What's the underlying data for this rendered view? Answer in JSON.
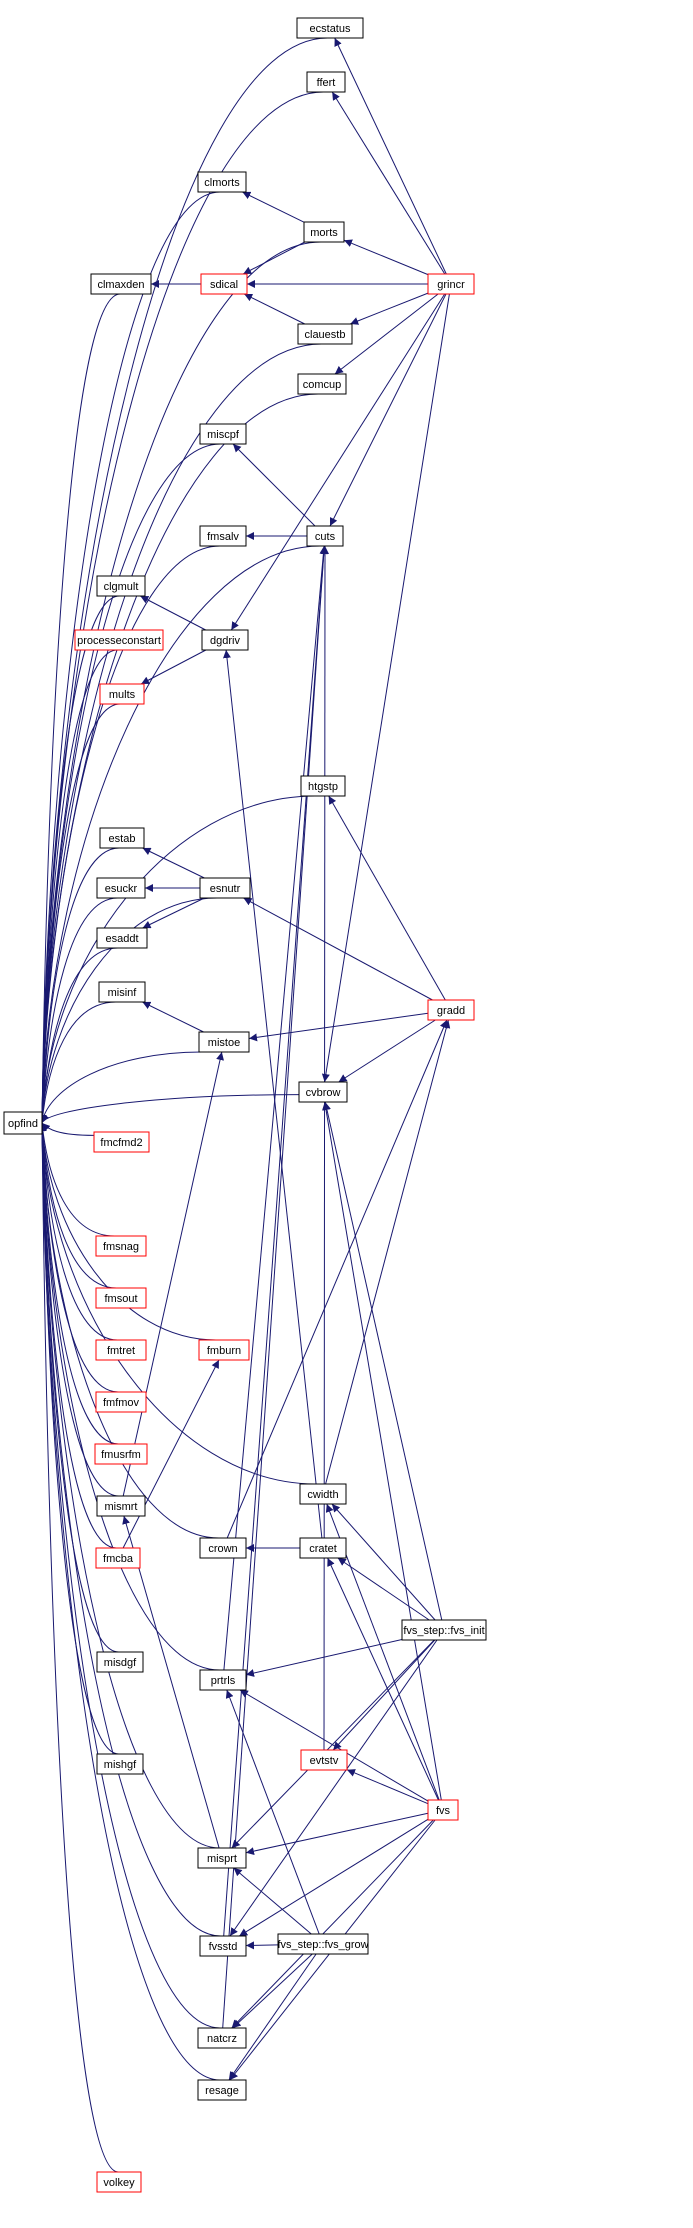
{
  "colors": {
    "edge": "#191970",
    "normal_border": "#000000",
    "truncated_border": "#ff0000",
    "root_fill": "#bfbfbf"
  },
  "nodes": [
    {
      "id": "opfind",
      "label": "opfind",
      "kind": "root"
    },
    {
      "id": "ecstatus",
      "label": "ecstatus",
      "kind": "normal"
    },
    {
      "id": "ffert",
      "label": "ffert",
      "kind": "normal"
    },
    {
      "id": "clmorts",
      "label": "clmorts",
      "kind": "normal"
    },
    {
      "id": "morts",
      "label": "morts",
      "kind": "normal"
    },
    {
      "id": "clmaxden",
      "label": "clmaxden",
      "kind": "normal"
    },
    {
      "id": "sdical",
      "label": "sdical",
      "kind": "truncated"
    },
    {
      "id": "grincr",
      "label": "grincr",
      "kind": "truncated"
    },
    {
      "id": "clauestb",
      "label": "clauestb",
      "kind": "normal"
    },
    {
      "id": "comcup",
      "label": "comcup",
      "kind": "normal"
    },
    {
      "id": "miscpf",
      "label": "miscpf",
      "kind": "normal"
    },
    {
      "id": "fmsalv",
      "label": "fmsalv",
      "kind": "normal"
    },
    {
      "id": "cuts",
      "label": "cuts",
      "kind": "normal"
    },
    {
      "id": "clgmult",
      "label": "clgmult",
      "kind": "normal"
    },
    {
      "id": "processeconstart",
      "label": "processeconstart",
      "kind": "truncated"
    },
    {
      "id": "dgdriv",
      "label": "dgdriv",
      "kind": "normal"
    },
    {
      "id": "mults",
      "label": "mults",
      "kind": "truncated"
    },
    {
      "id": "htgstp",
      "label": "htgstp",
      "kind": "normal"
    },
    {
      "id": "estab",
      "label": "estab",
      "kind": "normal"
    },
    {
      "id": "esuckr",
      "label": "esuckr",
      "kind": "normal"
    },
    {
      "id": "esnutr",
      "label": "esnutr",
      "kind": "normal"
    },
    {
      "id": "esaddt",
      "label": "esaddt",
      "kind": "normal"
    },
    {
      "id": "gradd",
      "label": "gradd",
      "kind": "truncated"
    },
    {
      "id": "misinf",
      "label": "misinf",
      "kind": "normal"
    },
    {
      "id": "mistoe",
      "label": "mistoe",
      "kind": "normal"
    },
    {
      "id": "cvbrow",
      "label": "cvbrow",
      "kind": "normal"
    },
    {
      "id": "fmcfmd2",
      "label": "fmcfmd2",
      "kind": "truncated"
    },
    {
      "id": "fmsnag",
      "label": "fmsnag",
      "kind": "truncated"
    },
    {
      "id": "fmsout",
      "label": "fmsout",
      "kind": "truncated"
    },
    {
      "id": "fmtret",
      "label": "fmtret",
      "kind": "truncated"
    },
    {
      "id": "fmburn",
      "label": "fmburn",
      "kind": "truncated"
    },
    {
      "id": "fmfmov",
      "label": "fmfmov",
      "kind": "truncated"
    },
    {
      "id": "fmusrfm",
      "label": "fmusrfm",
      "kind": "truncated"
    },
    {
      "id": "cwidth",
      "label": "cwidth",
      "kind": "normal"
    },
    {
      "id": "mismrt",
      "label": "mismrt",
      "kind": "normal"
    },
    {
      "id": "crown",
      "label": "crown",
      "kind": "normal"
    },
    {
      "id": "cratet",
      "label": "cratet",
      "kind": "normal"
    },
    {
      "id": "fmcba",
      "label": "fmcba",
      "kind": "truncated"
    },
    {
      "id": "fvs_init",
      "label": "fvs_step::fvs_init",
      "kind": "normal"
    },
    {
      "id": "misdgf",
      "label": "misdgf",
      "kind": "normal"
    },
    {
      "id": "prtrls",
      "label": "prtrls",
      "kind": "normal"
    },
    {
      "id": "evtstv",
      "label": "evtstv",
      "kind": "truncated"
    },
    {
      "id": "mishgf",
      "label": "mishgf",
      "kind": "normal"
    },
    {
      "id": "fvs",
      "label": "fvs",
      "kind": "truncated"
    },
    {
      "id": "misprt",
      "label": "misprt",
      "kind": "normal"
    },
    {
      "id": "fvsstd",
      "label": "fvsstd",
      "kind": "normal"
    },
    {
      "id": "fvs_grow",
      "label": "fvs_step::fvs_grow",
      "kind": "normal"
    },
    {
      "id": "natcrz",
      "label": "natcrz",
      "kind": "normal"
    },
    {
      "id": "resage",
      "label": "resage",
      "kind": "normal"
    },
    {
      "id": "volkey",
      "label": "volkey",
      "kind": "truncated"
    }
  ],
  "edges": [
    {
      "from": "ecstatus",
      "to": "opfind"
    },
    {
      "from": "ffert",
      "to": "opfind"
    },
    {
      "from": "clmorts",
      "to": "opfind"
    },
    {
      "from": "clmaxden",
      "to": "opfind"
    },
    {
      "from": "sdical",
      "to": "clmaxden"
    },
    {
      "from": "morts",
      "to": "opfind"
    },
    {
      "from": "clauestb",
      "to": "opfind"
    },
    {
      "from": "comcup",
      "to": "opfind"
    },
    {
      "from": "miscpf",
      "to": "opfind"
    },
    {
      "from": "fmsalv",
      "to": "opfind"
    },
    {
      "from": "cuts",
      "to": "opfind"
    },
    {
      "from": "clgmult",
      "to": "opfind"
    },
    {
      "from": "processeconstart",
      "to": "opfind"
    },
    {
      "from": "mults",
      "to": "opfind"
    },
    {
      "from": "htgstp",
      "to": "opfind"
    },
    {
      "from": "estab",
      "to": "opfind"
    },
    {
      "from": "esuckr",
      "to": "opfind"
    },
    {
      "from": "esaddt",
      "to": "opfind"
    },
    {
      "from": "esnutr",
      "to": "opfind"
    },
    {
      "from": "misinf",
      "to": "opfind"
    },
    {
      "from": "mistoe",
      "to": "opfind"
    },
    {
      "from": "cvbrow",
      "to": "opfind"
    },
    {
      "from": "fmcfmd2",
      "to": "opfind"
    },
    {
      "from": "fmsnag",
      "to": "opfind"
    },
    {
      "from": "fmsout",
      "to": "opfind"
    },
    {
      "from": "fmtret",
      "to": "opfind"
    },
    {
      "from": "fmburn",
      "to": "opfind"
    },
    {
      "from": "fmfmov",
      "to": "opfind"
    },
    {
      "from": "fmusrfm",
      "to": "opfind"
    },
    {
      "from": "mismrt",
      "to": "opfind"
    },
    {
      "from": "fmcba",
      "to": "opfind"
    },
    {
      "from": "crown",
      "to": "opfind"
    },
    {
      "from": "cwidth",
      "to": "opfind"
    },
    {
      "from": "misdgf",
      "to": "opfind"
    },
    {
      "from": "mishgf",
      "to": "opfind"
    },
    {
      "from": "prtrls",
      "to": "opfind"
    },
    {
      "from": "misprt",
      "to": "opfind"
    },
    {
      "from": "fvsstd",
      "to": "opfind"
    },
    {
      "from": "natcrz",
      "to": "opfind"
    },
    {
      "from": "resage",
      "to": "opfind"
    },
    {
      "from": "volkey",
      "to": "opfind"
    },
    {
      "from": "grincr",
      "to": "ecstatus"
    },
    {
      "from": "grincr",
      "to": "ffert"
    },
    {
      "from": "morts",
      "to": "clmorts"
    },
    {
      "from": "morts",
      "to": "sdical"
    },
    {
      "from": "grincr",
      "to": "morts"
    },
    {
      "from": "grincr",
      "to": "sdical"
    },
    {
      "from": "clauestb",
      "to": "sdical"
    },
    {
      "from": "grincr",
      "to": "clauestb"
    },
    {
      "from": "grincr",
      "to": "comcup"
    },
    {
      "from": "cuts",
      "to": "miscpf"
    },
    {
      "from": "cuts",
      "to": "fmsalv"
    },
    {
      "from": "grincr",
      "to": "cuts"
    },
    {
      "from": "dgdriv",
      "to": "clgmult"
    },
    {
      "from": "dgdriv",
      "to": "mults"
    },
    {
      "from": "grincr",
      "to": "dgdriv"
    },
    {
      "from": "gradd",
      "to": "htgstp"
    },
    {
      "from": "esnutr",
      "to": "estab"
    },
    {
      "from": "esnutr",
      "to": "esuckr"
    },
    {
      "from": "esnutr",
      "to": "esaddt"
    },
    {
      "from": "gradd",
      "to": "esnutr"
    },
    {
      "from": "mistoe",
      "to": "misinf"
    },
    {
      "from": "gradd",
      "to": "mistoe"
    },
    {
      "from": "gradd",
      "to": "cvbrow"
    },
    {
      "from": "grincr",
      "to": "cvbrow"
    },
    {
      "from": "cwidth",
      "to": "gradd"
    },
    {
      "from": "mismrt",
      "to": "mistoe"
    },
    {
      "from": "fmcba",
      "to": "fmburn"
    },
    {
      "from": "cratet",
      "to": "dgdriv"
    },
    {
      "from": "crown",
      "to": "gradd"
    },
    {
      "from": "cratet",
      "to": "crown"
    },
    {
      "from": "fvs_init",
      "to": "cwidth"
    },
    {
      "from": "fvs_init",
      "to": "cratet"
    },
    {
      "from": "fvs",
      "to": "cwidth"
    },
    {
      "from": "fvs",
      "to": "cratet"
    },
    {
      "from": "fvs",
      "to": "cvbrow"
    },
    {
      "from": "fvs_init",
      "to": "cvbrow"
    },
    {
      "from": "misprt",
      "to": "mismrt"
    },
    {
      "from": "fvs_init",
      "to": "prtrls"
    },
    {
      "from": "fvs",
      "to": "prtrls"
    },
    {
      "from": "fvs",
      "to": "evtstv"
    },
    {
      "from": "fvs_init",
      "to": "evtstv"
    },
    {
      "from": "fvs",
      "to": "misprt"
    },
    {
      "from": "fvs_init",
      "to": "misprt"
    },
    {
      "from": "fvs_grow",
      "to": "fvsstd"
    },
    {
      "from": "fvs",
      "to": "fvsstd"
    },
    {
      "from": "fvs_init",
      "to": "fvsstd"
    },
    {
      "from": "fvs_grow",
      "to": "natcrz"
    },
    {
      "from": "fvs",
      "to": "natcrz"
    },
    {
      "from": "fvs_grow",
      "to": "resage"
    },
    {
      "from": "fvs",
      "to": "resage"
    },
    {
      "from": "evtstv",
      "to": "cuts"
    },
    {
      "from": "fvs_grow",
      "to": "prtrls"
    },
    {
      "from": "fvsstd",
      "to": "cuts"
    },
    {
      "from": "natcrz",
      "to": "cuts"
    },
    {
      "from": "prtrls",
      "to": "cuts"
    },
    {
      "from": "fvs_grow",
      "to": "misprt"
    }
  ]
}
